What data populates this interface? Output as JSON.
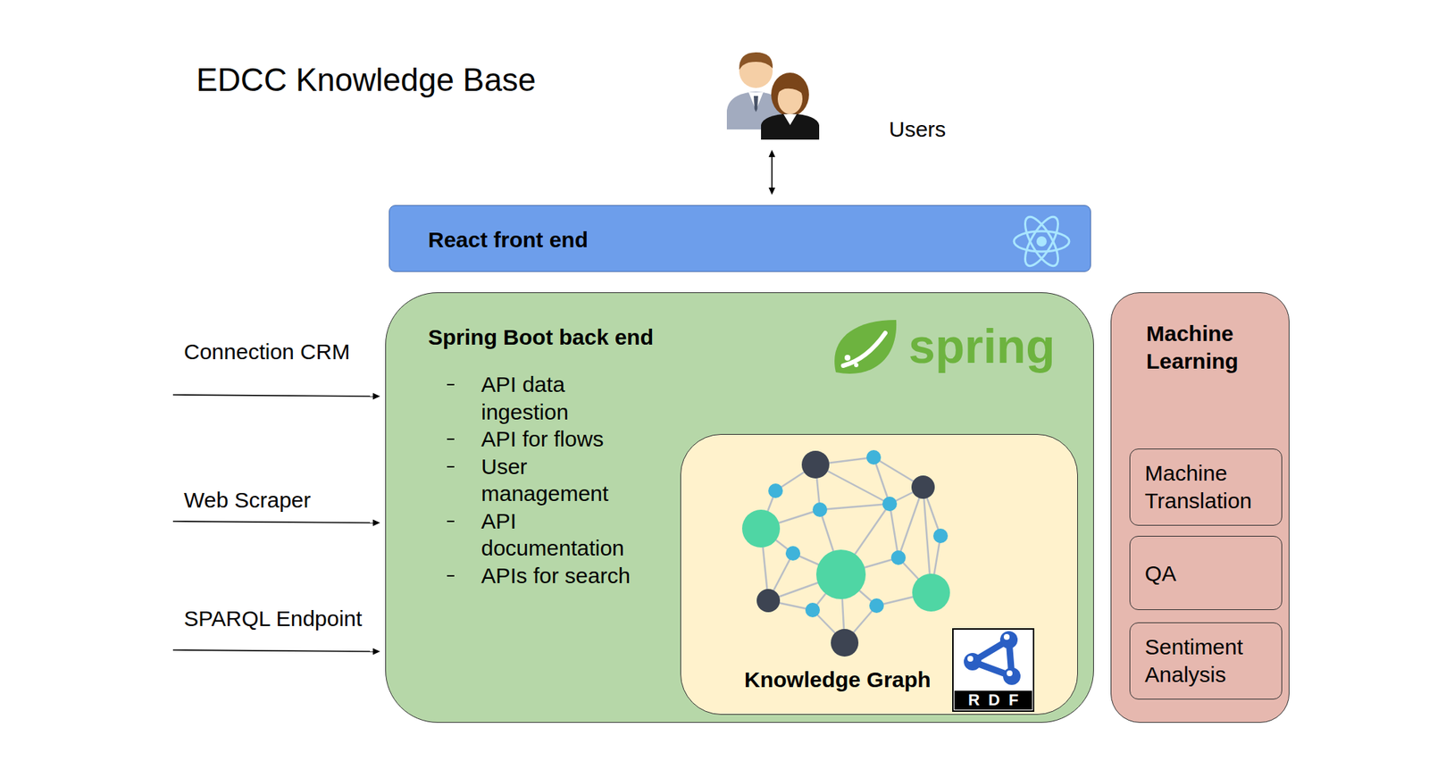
{
  "diagram": {
    "title": "EDCC Knowledge Base",
    "nodes": [
      {
        "text": [
          "React front end"
        ]
      },
      {
        "text": [
          "Spring Boot back end",
          "API data ingestion",
          "API for flows",
          "User management",
          "API documentation",
          "APIs for search"
        ]
      },
      {
        "text": [
          "Knowledge Graph"
        ],
        "in": 1
      },
      {
        "text": [
          "Machine Learning"
        ]
      },
      {
        "text": [
          "Machine Translation"
        ],
        "in": 3
      },
      {
        "text": [
          "QA"
        ],
        "in": 3
      },
      {
        "text": [
          "Sentiment Analysis"
        ],
        "in": 3
      }
    ],
    "labels": [
      "Users",
      "Connection CRM",
      "Web Scraper",
      "SPARQL Endpoint",
      "spring",
      "RDF"
    ]
  }
}
